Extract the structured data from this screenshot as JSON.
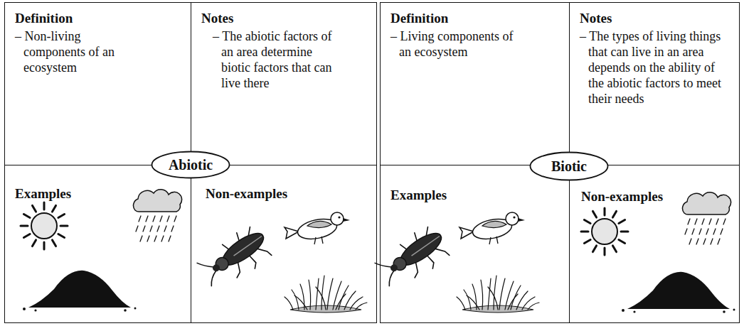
{
  "diagram": {
    "nodes": [
      {
        "text": [
          "Definition",
          "– Non-living components of an ecosystem"
        ]
      },
      {
        "text": [
          "Notes",
          "– The abiotic factors of an area determine biotic factors that can live there"
        ]
      },
      {
        "text": [
          "Abiotic"
        ]
      },
      {
        "text": [
          "Examples"
        ]
      },
      {
        "text": [
          "Non-examples"
        ]
      },
      {
        "text": [
          "Definition",
          "– Living components of an ecosystem"
        ]
      },
      {
        "text": [
          "Notes",
          "– The types of living things that can live in an area depends on the ability of the abiotic factors to meet their needs"
        ]
      },
      {
        "text": [
          "Biotic"
        ]
      },
      {
        "text": [
          "Examples"
        ]
      },
      {
        "text": [
          "Non-examples"
        ]
      }
    ]
  }
}
